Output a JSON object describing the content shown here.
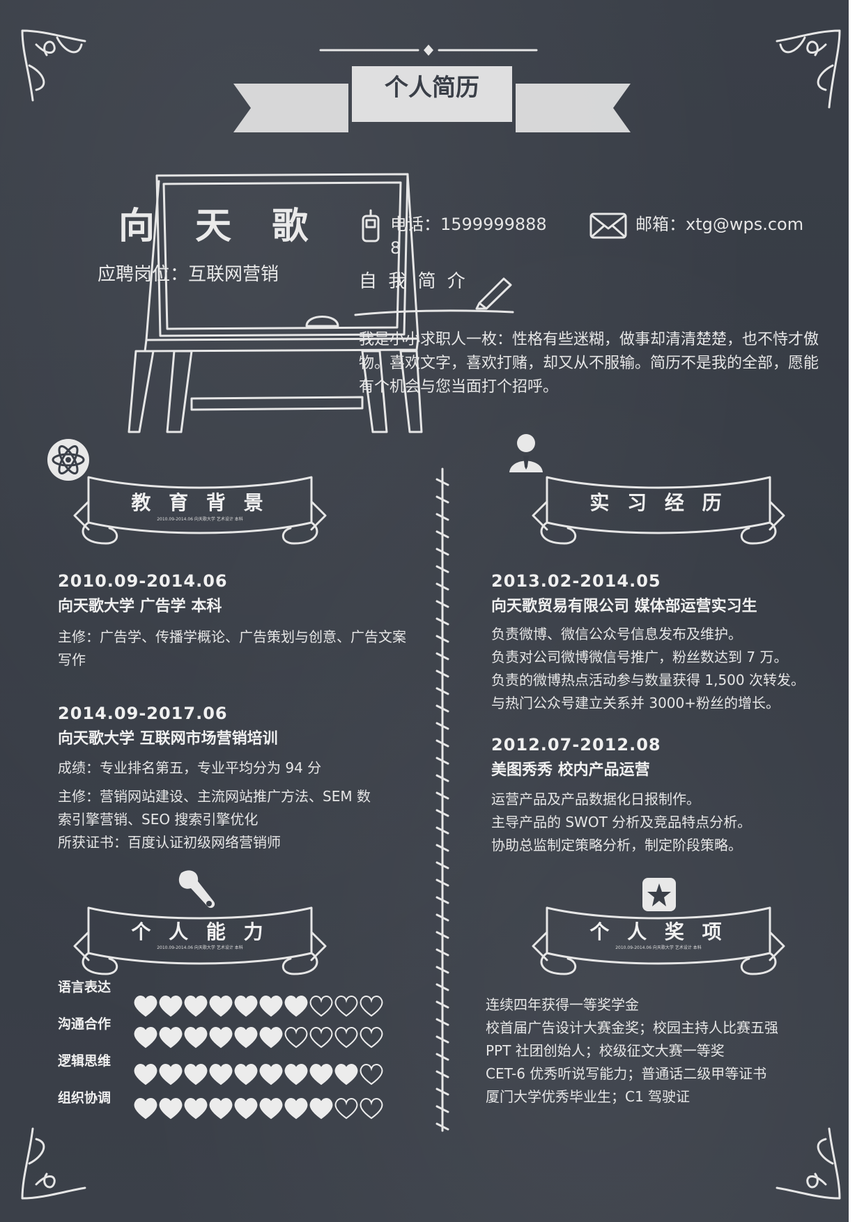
{
  "header": {
    "title": "个人简历"
  },
  "profile": {
    "name": "向 天 歌",
    "position": "应聘岗位：互联网营销",
    "phone_label": "电话：15999998888",
    "email_label": "邮箱：xtg@wps.com"
  },
  "intro": {
    "heading": "自 我 简 介",
    "text": "我是小小求职人一枚：性格有些迷糊，做事却清清楚楚，也不恃才傲物。喜欢文字，喜欢打赌，却又从不服输。简历不是我的全部，愿能有个机会与您当面打个招呼。"
  },
  "education": {
    "heading": "教 育 背 景",
    "ribbon_small": "2010.09-2014.06   向天歌大学   艺术设计   本科",
    "entries": [
      {
        "date": "2010.09-2014.06",
        "title": "向天歌大学  广告学  本科",
        "lines": [
          "主修：广告学、传播学概论、广告策划与创意、广告文案写作"
        ]
      },
      {
        "date": "2014.09-2017.06",
        "title": "向天歌大学  互联网市场营销培训",
        "lines": [
          "成绩：专业排名第五，专业平均分为 94 分",
          "主修：营销网站建设、主流网站推广方法、SEM 数",
          "索引擎营销、SEO 搜索引擎优化",
          "所获证书：百度认证初级网络营销师"
        ]
      }
    ]
  },
  "internship": {
    "heading": "实 习 经 历",
    "entries": [
      {
        "date": "2013.02-2014.05",
        "title": "向天歌贸易有限公司  媒体部运营实习生",
        "lines": [
          "负责微博、微信公众号信息发布及维护。",
          "负责对公司微博微信号推广，粉丝数达到 7 万。",
          "负责的微博热点活动参与数量获得 1,500 次转发。",
          "与热门公众号建立关系并 3000+粉丝的增长。"
        ]
      },
      {
        "date": "2012.07-2012.08",
        "title": "美图秀秀  校内产品运营",
        "lines": [
          "运营产品及产品数据化日报制作。",
          "主导产品的 SWOT 分析及竞品特点分析。",
          "协助总监制定策略分析，制定阶段策略。"
        ]
      }
    ]
  },
  "skills": {
    "heading": "个 人 能 力",
    "ribbon_small": "2010.09-2014.06   向天歌大学   艺术设计   本科",
    "items": [
      {
        "label": "语言表达",
        "level": 7,
        "max": 10
      },
      {
        "label": "沟通合作",
        "level": 6,
        "max": 10
      },
      {
        "label": "逻辑思维",
        "level": 9,
        "max": 10
      },
      {
        "label": "组织协调",
        "level": 8,
        "max": 10
      }
    ]
  },
  "awards": {
    "heading": "个 人 奖 项",
    "ribbon_small": "2010.09-2014.06   向天歌大学   艺术设计   本科",
    "lines": [
      "连续四年获得一等奖学金",
      "校首届广告设计大赛金奖；校园主持人比赛五强",
      "PPT 社团创始人；校级征文大赛一等奖",
      "CET-6 优秀听说写能力；普通话二级甲等证书",
      "厦门大学优秀毕业生；C1 驾驶证"
    ]
  },
  "colors": {
    "board": "#383d46",
    "chalk": "#e6e6e6"
  }
}
